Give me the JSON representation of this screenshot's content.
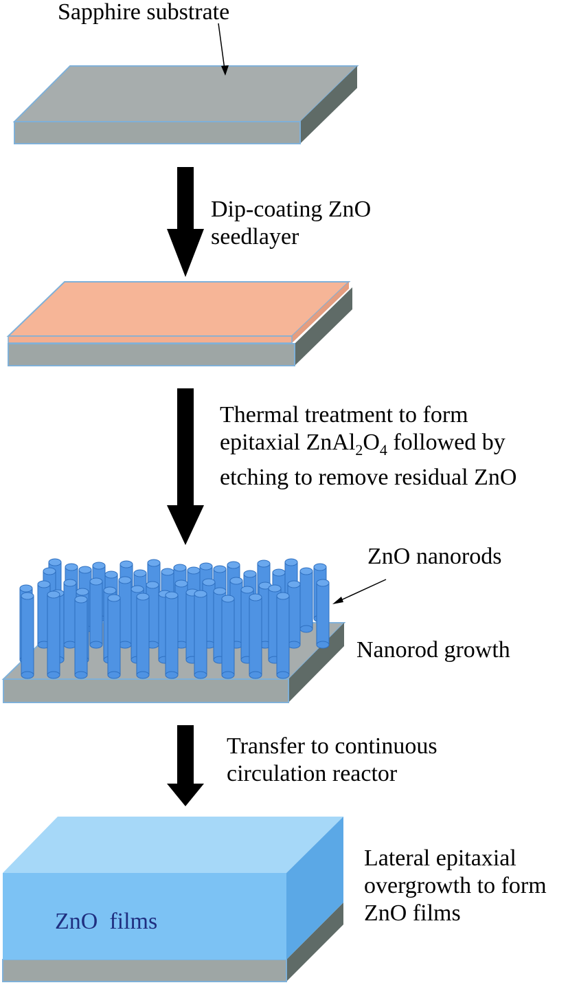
{
  "labels": {
    "substrate": "Sapphire substrate",
    "step1": [
      "Dip-coating ZnO",
      "seedlayer"
    ],
    "step2": {
      "line1": "Thermal treatment to form",
      "line2_pre": "epitaxial ZnAl",
      "line2_sub1": "2",
      "line2_mid": "O",
      "line2_sub2": "4",
      "line2_post": " followed by",
      "line3": "etching to remove residual ZnO"
    },
    "nanorods": "ZnO nanorods",
    "nanorod_growth": "Nanorod growth",
    "step3": [
      "Transfer to continuous",
      "circulation reactor"
    ],
    "films_inside": "ZnO  films",
    "step4": [
      "Lateral epitaxial",
      "overgrowth to form",
      "ZnO films"
    ]
  },
  "colors": {
    "substrate_top": "#a7adad",
    "substrate_front": "#9ea6a5",
    "substrate_side": "#5f6b67",
    "substrate_edge": "#7fb0d8",
    "seed_top": "#f6b597",
    "seed_front": "#f4ae8f",
    "rod_body": "#4f93e3",
    "rod_cap": "#6aa8ee",
    "rod_edge": "#2e6fbf",
    "film_front": "#7cc2f4",
    "film_top": "#a6d8f8",
    "film_side": "#5ba8e6",
    "film_text": "#1f2f80",
    "arrow": "#000000"
  }
}
